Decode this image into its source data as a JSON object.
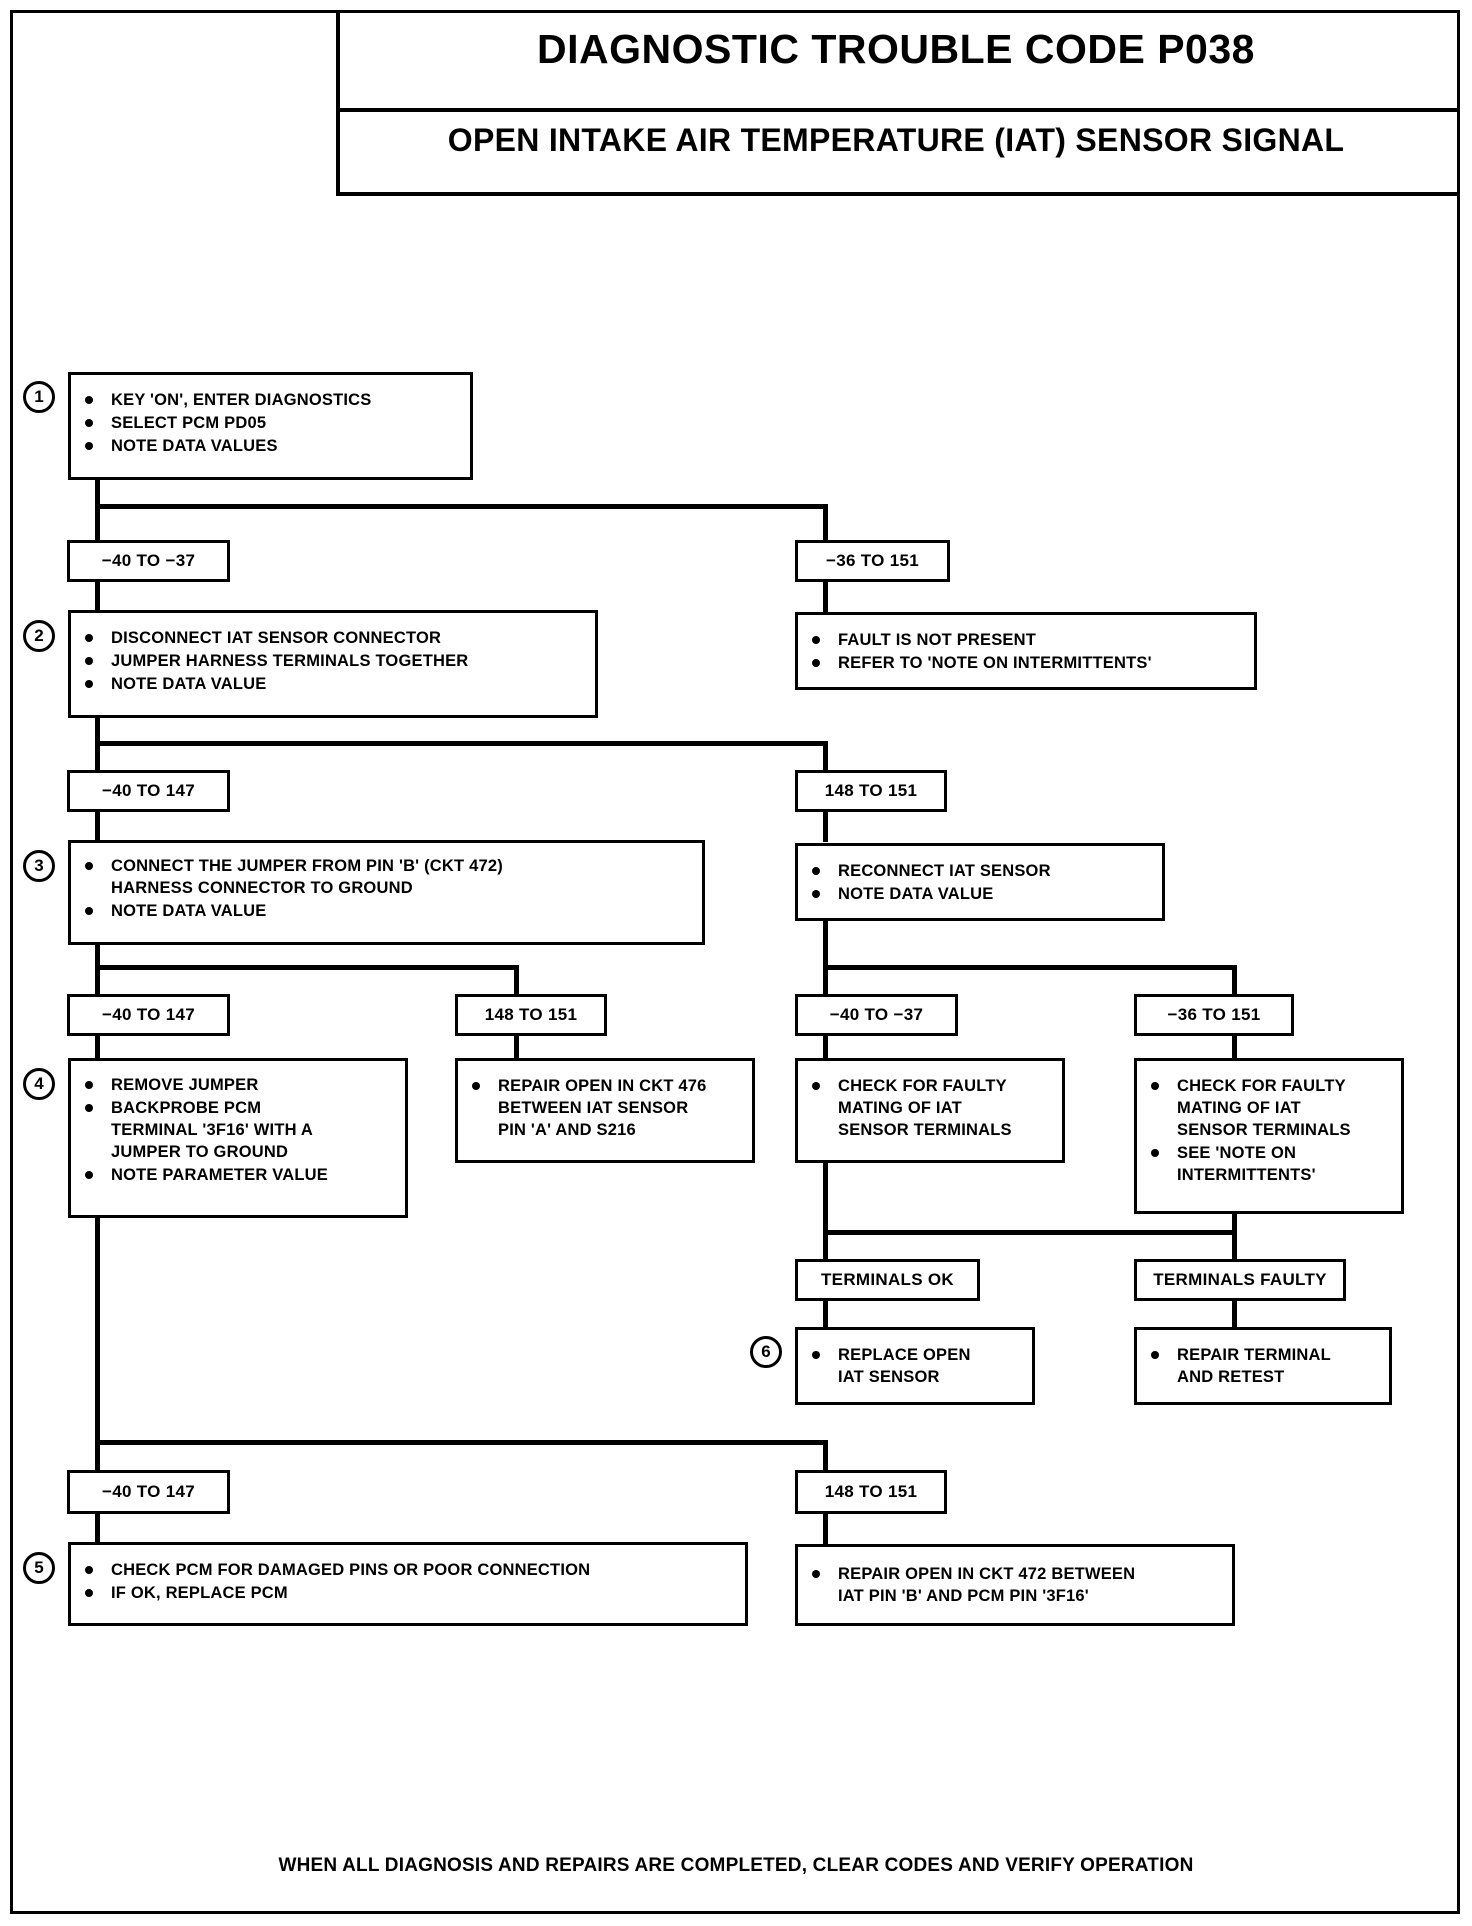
{
  "header": {
    "title": "DIAGNOSTIC TROUBLE CODE P038",
    "subtitle": "OPEN INTAKE AIR TEMPERATURE (IAT) SENSOR SIGNAL"
  },
  "footer": {
    "text": "WHEN ALL DIAGNOSIS AND REPAIRS ARE COMPLETED, CLEAR CODES AND VERIFY OPERATION"
  },
  "steps": {
    "s1": "1",
    "s2": "2",
    "s3": "3",
    "s4": "4",
    "s5": "5",
    "s6": "6"
  },
  "boxes": {
    "step1": {
      "lines": [
        "KEY 'ON', ENTER DIAGNOSTICS",
        "SELECT PCM PD05",
        "NOTE DATA VALUES"
      ]
    },
    "step2": {
      "lines": [
        "DISCONNECT IAT SENSOR CONNECTOR",
        "JUMPER HARNESS TERMINALS TOGETHER",
        "NOTE DATA VALUE"
      ]
    },
    "fault_not_present": {
      "lines": [
        "FAULT IS NOT PRESENT",
        "REFER TO 'NOTE ON INTERMITTENTS'"
      ]
    },
    "step3": {
      "line1a": "CONNECT THE JUMPER FROM PIN 'B' (CKT 472)",
      "line1b": "HARNESS CONNECTOR TO GROUND",
      "line2": "NOTE DATA VALUE"
    },
    "reconnect_iat": {
      "lines": [
        "RECONNECT IAT SENSOR",
        "NOTE DATA VALUE"
      ]
    },
    "step4": {
      "line1": "REMOVE JUMPER",
      "line2a": "BACKPROBE PCM",
      "line2b": "TERMINAL '3F16' WITH A",
      "line2c": "JUMPER TO GROUND",
      "line3": "NOTE PARAMETER VALUE"
    },
    "repair_ckt476": {
      "line1": "REPAIR OPEN IN CKT 476",
      "line2": "BETWEEN IAT SENSOR",
      "line3": "PIN 'A'  AND S216"
    },
    "check_faulty_mating": {
      "line1": "CHECK FOR FAULTY",
      "line2": "MATING OF IAT",
      "line3": "SENSOR TERMINALS"
    },
    "check_faulty_mating_note": {
      "line1": "CHECK FOR FAULTY",
      "line2": "MATING OF IAT",
      "line3": "SENSOR TERMINALS",
      "line4": "SEE 'NOTE ON",
      "line5": "INTERMITTENTS'"
    },
    "replace_iat": {
      "line1": "REPLACE  OPEN",
      "line2": "IAT SENSOR"
    },
    "repair_terminal": {
      "line1": "REPAIR  TERMINAL",
      "line2": "AND RETEST"
    },
    "step5": {
      "lines": [
        "CHECK PCM FOR DAMAGED PINS OR POOR CONNECTION",
        "IF OK,  REPLACE PCM"
      ]
    },
    "repair_ckt472": {
      "line1": "REPAIR OPEN IN CKT 472 BETWEEN",
      "line2": "IAT PIN 'B' AND PCM PIN '3F16'"
    }
  },
  "labels": {
    "l1_left": "−40 TO −37",
    "l1_right": "−36 TO 151",
    "l2_left": "−40 TO 147",
    "l2_right": "148 TO 151",
    "l3_c1": "−40 TO 147",
    "l3_c2": "148 TO 151",
    "l3_c3": "−40 TO −37",
    "l3_c4": "−36 TO 151",
    "terminals_ok": "TERMINALS OK",
    "terminals_faulty": "TERMINALS FAULTY",
    "l5_left": "−40 TO 147",
    "l5_right": "148 TO 151"
  },
  "colors": {
    "ink": "#000000",
    "paper": "#ffffff"
  }
}
